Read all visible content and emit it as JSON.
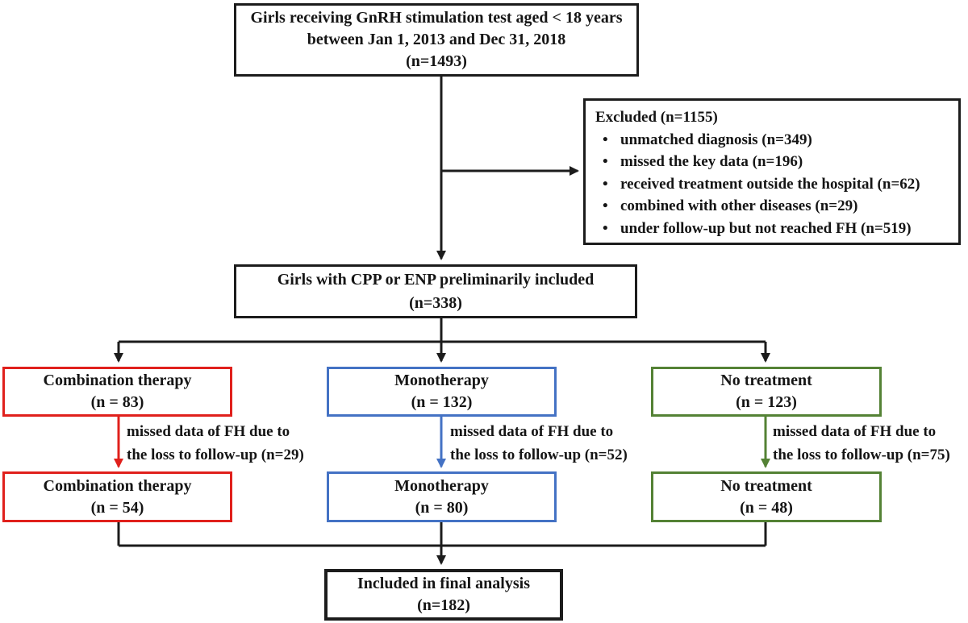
{
  "diagram": {
    "top_box": {
      "line1": "Girls receiving GnRH stimulation test aged < 18 years",
      "line2": "between Jan 1, 2013 and Dec 31, 2018",
      "line3": "(n=1493)"
    },
    "excluded_box": {
      "title": "Excluded (n=1155)",
      "items": [
        "unmatched diagnosis (n=349)",
        "missed the key data (n=196)",
        "received treatment outside the hospital (n=62)",
        "combined with other diseases (n=29)",
        "under follow-up but not reached FH (n=519)"
      ]
    },
    "included_box": {
      "line1": "Girls with CPP or ENP preliminarily included",
      "line2": "(n=338)"
    },
    "groups": [
      {
        "name": "combination-therapy",
        "color": "#e0201c",
        "box1_line1": "Combination therapy",
        "box1_line2": "(n = 83)",
        "loss_line1": "missed data of FH due to",
        "loss_line2": "the loss to follow-up (n=29)",
        "box2_line1": "Combination therapy",
        "box2_line2": "(n = 54)"
      },
      {
        "name": "monotherapy",
        "color": "#4472c4",
        "box1_line1": "Monotherapy",
        "box1_line2": "(n = 132)",
        "loss_line1": "missed data of FH due to",
        "loss_line2": "the loss to follow-up (n=52)",
        "box2_line1": "Monotherapy",
        "box2_line2": "(n = 80)"
      },
      {
        "name": "no-treatment",
        "color": "#548235",
        "box1_line1": "No treatment",
        "box1_line2": "(n = 123)",
        "loss_line1": "missed data of FH due to",
        "loss_line2": "the loss to follow-up (n=75)",
        "box2_line1": "No treatment",
        "box2_line2": "(n = 48)"
      }
    ],
    "final_box": {
      "line1": "Included in final analysis",
      "line2": "(n=182)"
    }
  },
  "colors": {
    "line_black": "#1c1c1c",
    "combination_red": "#e0201c",
    "monotherapy_blue": "#4472c4",
    "no_treatment_green": "#548235",
    "background": "#ffffff"
  }
}
